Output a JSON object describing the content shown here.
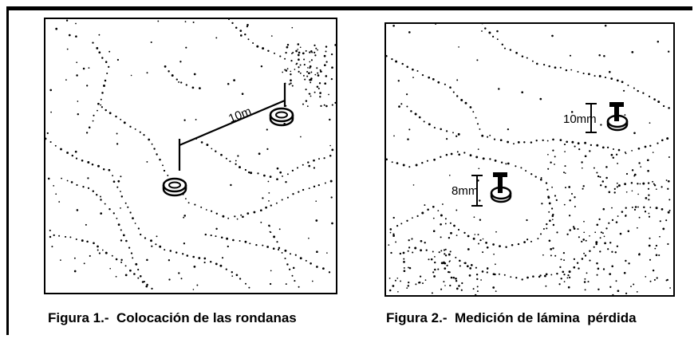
{
  "figures": [
    {
      "caption": "Figura 1.-  Colocación de las rondanas",
      "distance_label": "10m"
    },
    {
      "caption": "Figura 2.-  Medición de lámina  pérdida",
      "measure_upper": "10mm",
      "measure_lower": "8mm"
    }
  ]
}
